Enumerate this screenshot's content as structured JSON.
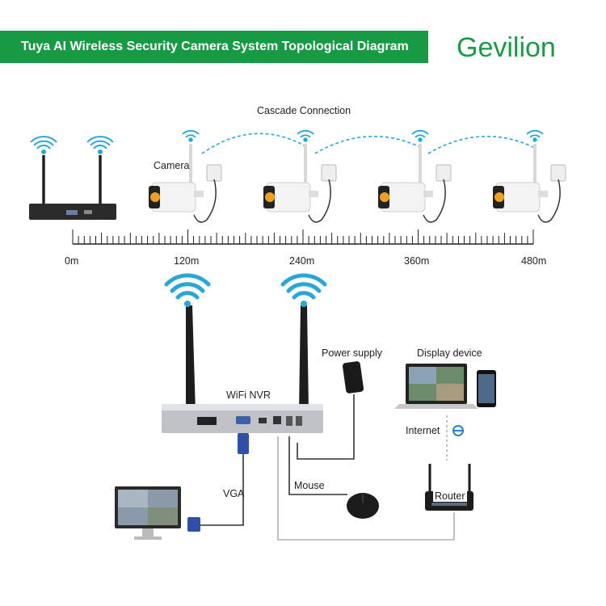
{
  "header": {
    "title": "Tuya AI Wireless Security Camera System Topological Diagram",
    "brand": "Gevilion"
  },
  "top": {
    "cascade_label": "Cascade Connection",
    "camera_label": "Camera",
    "ruler_ticks": [
      "0m",
      "120m",
      "240m",
      "360m",
      "480m"
    ]
  },
  "bottom": {
    "nvr_label": "WiFi NVR",
    "power_label": "Power supply",
    "display_label": "Display device",
    "internet_label": "Internet",
    "vga_label": "VGA",
    "mouse_label": "Mouse",
    "router_label": "Router"
  },
  "colors": {
    "brand_green": "#169a43",
    "wifi_blue": "#2aa7d6",
    "cable": "#333333"
  }
}
